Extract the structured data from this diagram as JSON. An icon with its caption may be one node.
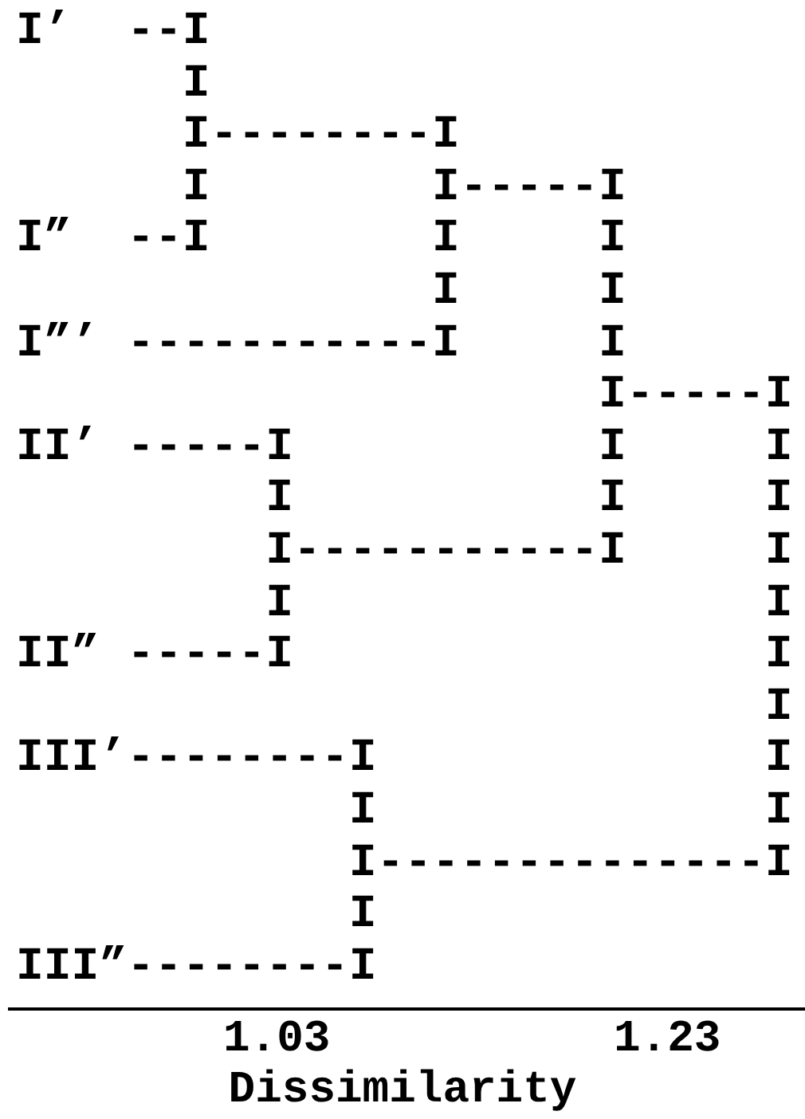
{
  "diagram": {
    "labels": [
      "I’  --I",
      "      I",
      "      I--------I",
      "      I        I-----I",
      "I”  --I        I     I",
      "               I     I",
      "I”’ -----------I     I",
      "                     I-----I",
      "II’ -----I           I     I",
      "         I           I     I",
      "         I-----------I     I",
      "         I                 I",
      "II” -----I                 I",
      "                           I",
      "III’--------I              I",
      "            I              I",
      "            I--------------I",
      "            I",
      "III”--------I",
      "1.03",
      "1.23",
      "Dissimilarity"
    ]
  }
}
